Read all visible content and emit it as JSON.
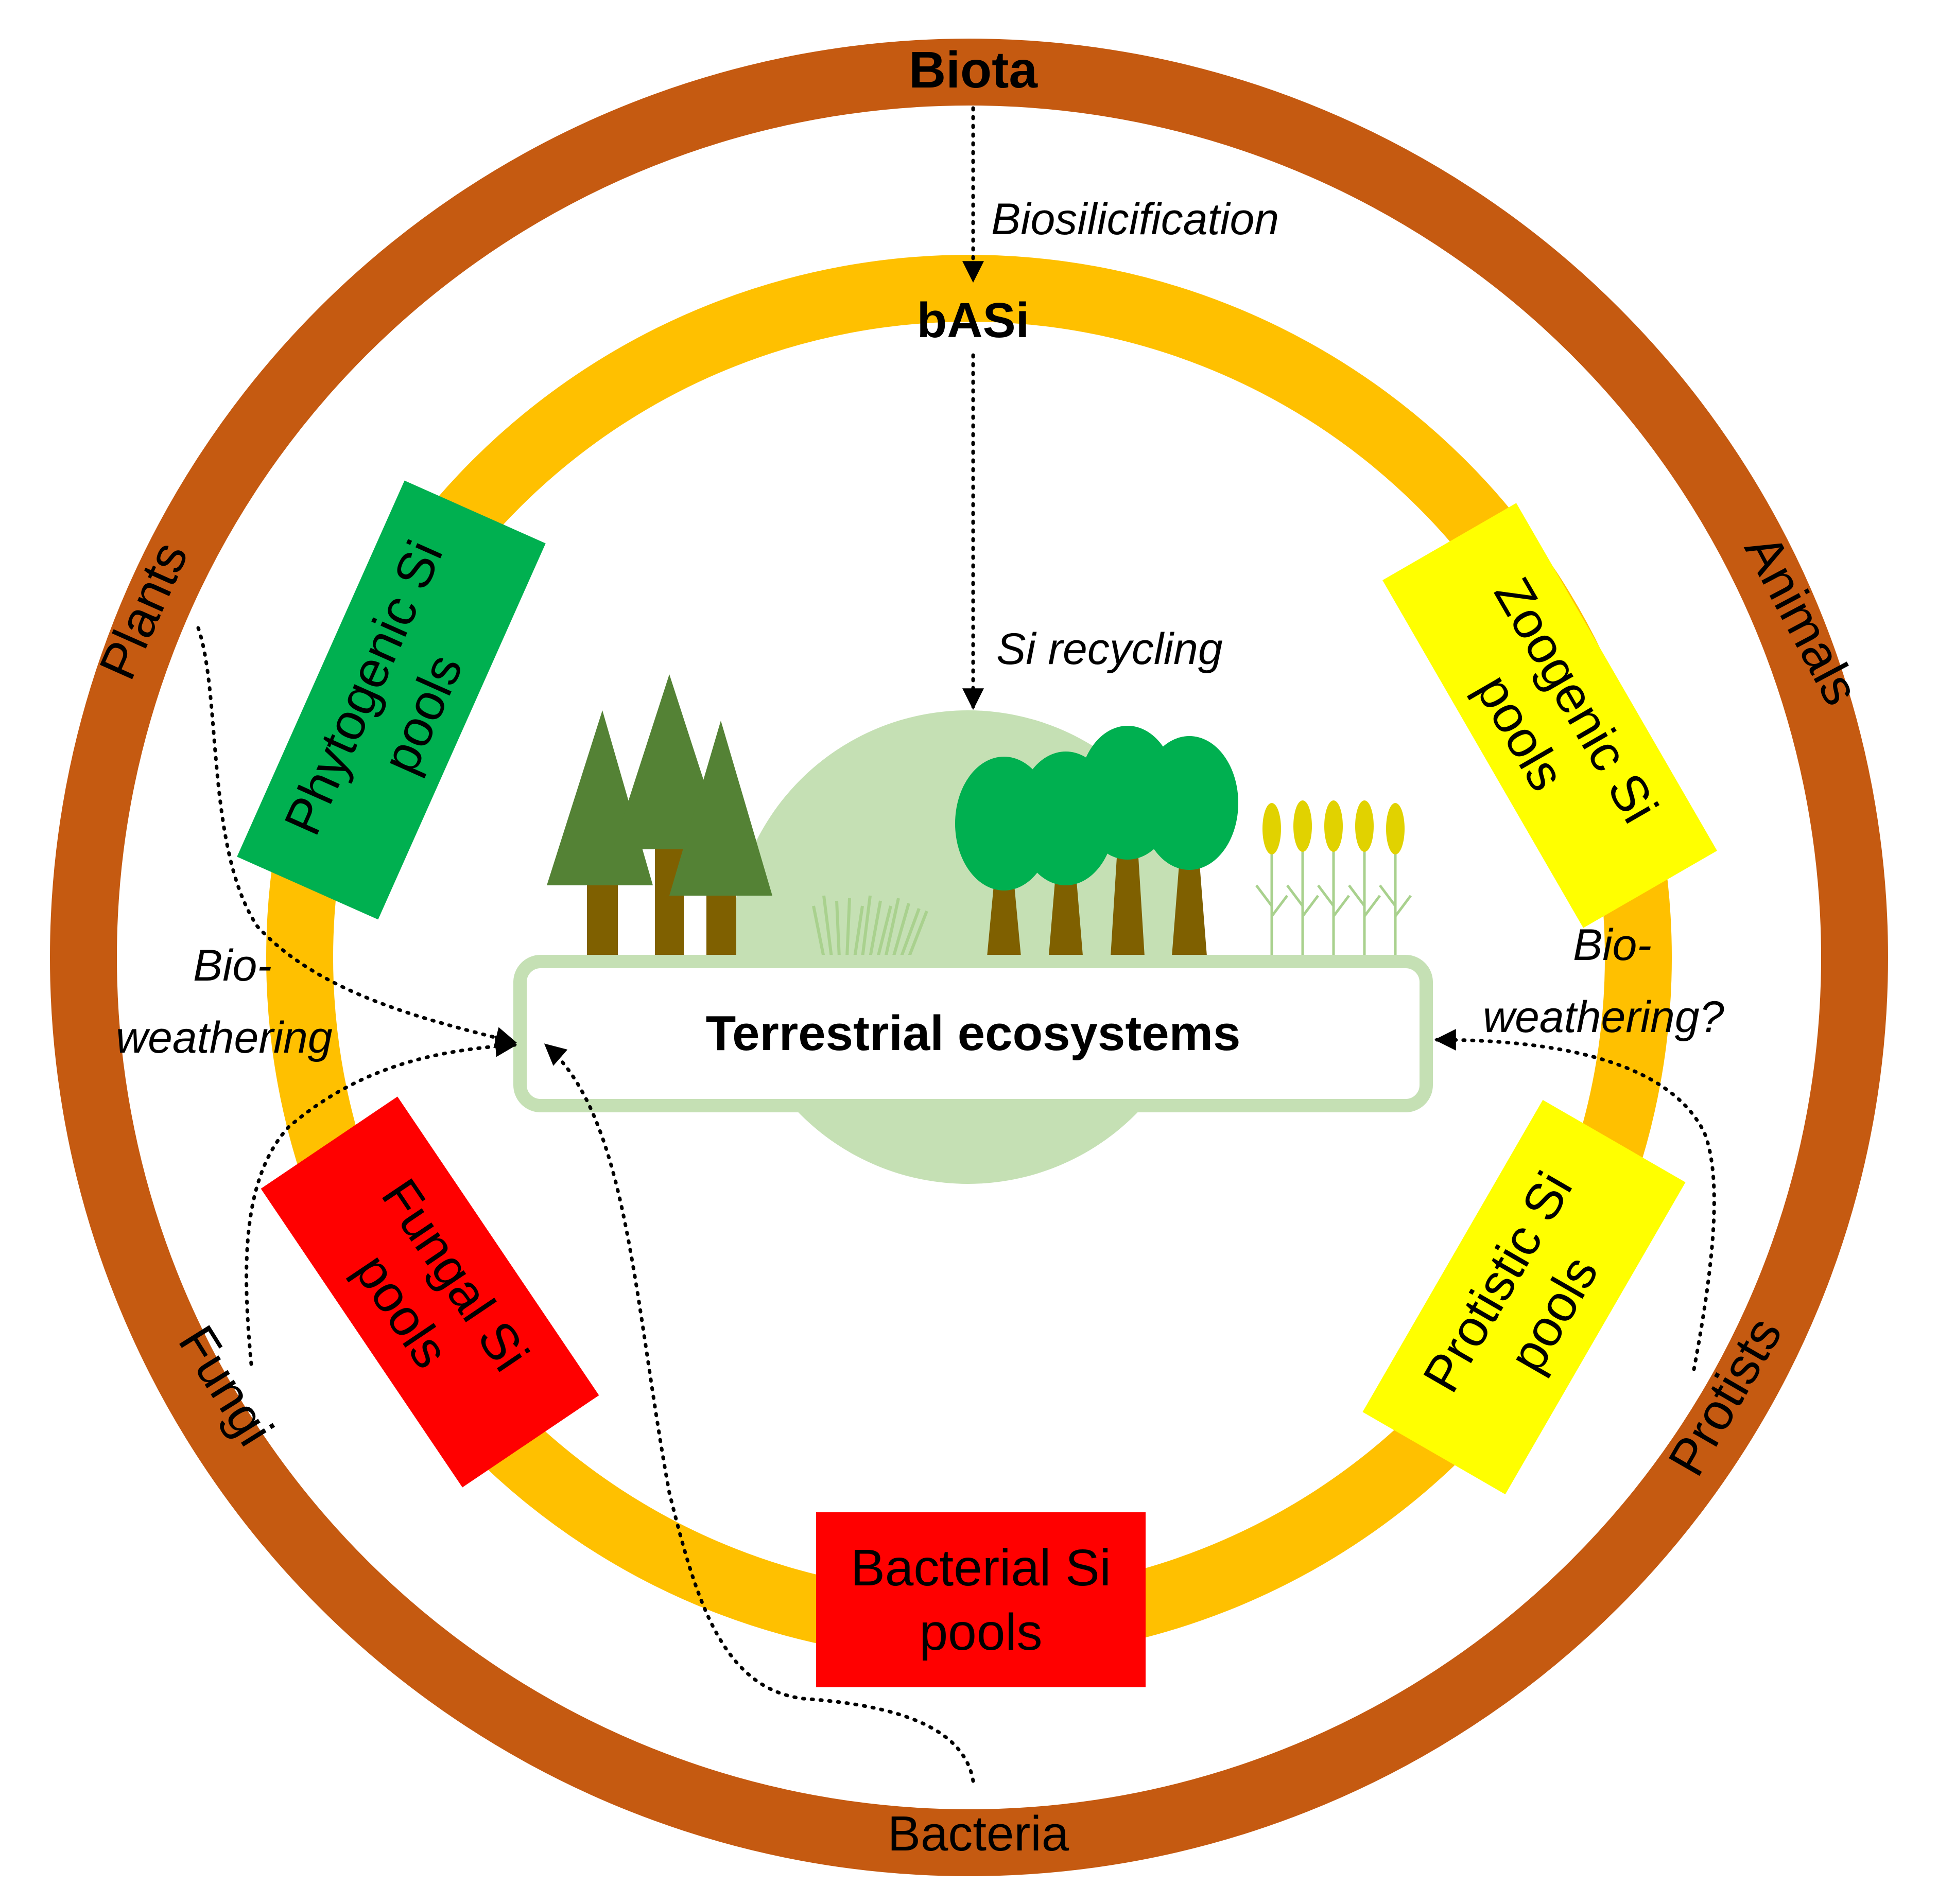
{
  "outer_ring": {
    "title": "Biota",
    "groups": {
      "plants": "Plants",
      "animals": "Animals",
      "fungi": "Fungi",
      "protists": "Protists",
      "bacteria": "Bacteria"
    }
  },
  "inner_ring": {
    "title": "bASi"
  },
  "flows": {
    "biosilicification": "Biosilicification",
    "si_recycling": "Si recycling",
    "bioweathering_left_1": "Bio-",
    "bioweathering_left_2": "weathering",
    "bioweathering_right_1": "Bio-",
    "bioweathering_right_2": "weathering?"
  },
  "pools": {
    "phytogenic": {
      "line1": "Phytogenic Si",
      "line2": "pools"
    },
    "zoogenic": {
      "line1": "Zoogenic Si",
      "line2": "pools"
    },
    "fungal": {
      "line1": "Fungal Si",
      "line2": "pools"
    },
    "protistic": {
      "line1": "Protistic Si",
      "line2": "pools"
    },
    "bacterial": {
      "line1": "Bacterial Si",
      "line2": "pools"
    }
  },
  "center": {
    "label": "Terrestrial ecosystems"
  },
  "colors": {
    "outer_ring": "#C55A11",
    "inner_ring": "#FFC000",
    "phytogenic": "#00B050",
    "zoogenic": "#FFFF00",
    "protistic": "#FFFF00",
    "fungal": "#FF0000",
    "bacterial": "#FF0000",
    "ecosystem_blob": "#C5E0B4",
    "conifer": "#548235",
    "broadleaf": "#00B050",
    "trunk": "#7F6000",
    "grass": "#A9D18E",
    "grain": "#E1D200"
  }
}
